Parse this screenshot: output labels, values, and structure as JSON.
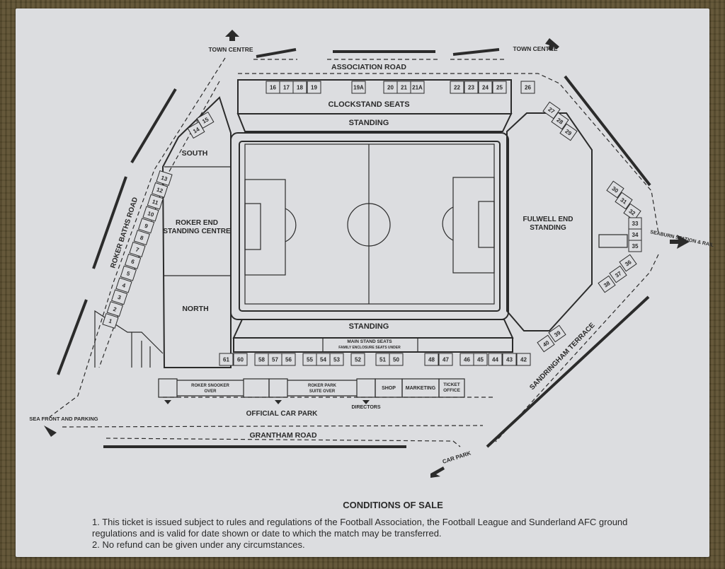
{
  "roads": {
    "association": "ASSOCIATION ROAD",
    "roker_baths": "ROKER BATHS ROAD",
    "grantham": "GRANTHAM ROAD",
    "sandringham": "SANDRINGHAM TERRACE"
  },
  "signs": {
    "town_centre_left": "TOWN CENTRE",
    "town_centre_right": "TOWN CENTRE",
    "seaburn": "SEABURN STATION & RAIL",
    "sea_front": "SEA FRONT AND PARKING",
    "car_park": "CAR PARK"
  },
  "stands": {
    "clockstand": "CLOCKSTAND SEATS",
    "standing_top": "STANDING",
    "standing_bottom": "STANDING",
    "main_stand_line1": "MAIN STAND SEATS",
    "main_stand_line2": "FAMILY ENCLOSURE SEATS UNDER",
    "south": "SOUTH",
    "roker_end": "ROKER END STANDING CENTRE",
    "north": "NORTH",
    "fulwell_end": "FULWELL END STANDING"
  },
  "facilities": {
    "roker_snooker": "ROKER SNOOKER OVER",
    "roker_park_suite": "ROKER PARK SUITE OVER",
    "shop": "SHOP",
    "marketing": "MARKETING",
    "ticket_office": "TICKET OFFICE",
    "directors": "DIRECTORS",
    "official_car_park": "OFFICIAL CAR PARK"
  },
  "turnstiles": {
    "top": [
      "16",
      "17",
      "18",
      "19",
      "19A",
      "20",
      "21",
      "21A",
      "22",
      "23",
      "24",
      "25",
      "26"
    ],
    "left": [
      "13",
      "12",
      "11",
      "10",
      "9",
      "8",
      "7",
      "6",
      "5",
      "4",
      "3",
      "2",
      "1"
    ],
    "south_corner": [
      "15",
      "14"
    ],
    "fulwell_corner_top": [
      "27",
      "28",
      "29"
    ],
    "right": [
      "30",
      "31",
      "32",
      "33",
      "34",
      "35",
      "36",
      "37",
      "38"
    ],
    "bottom_right_corner": [
      "39",
      "40"
    ],
    "bottom": [
      "61",
      "60",
      "58",
      "57",
      "56",
      "55",
      "54",
      "53",
      "52",
      "51",
      "50",
      "48",
      "47",
      "46",
      "45",
      "44",
      "43",
      "42"
    ]
  },
  "conditions": {
    "title": "CONDITIONS OF SALE",
    "item1": "1.  This ticket is issued subject to rules and regulations of the Football Association, the Football League and Sunderland AFC ground regulations and is valid for date shown or date to which the match may be transferred.",
    "item2": "2.  No refund can be given under any circumstances."
  }
}
